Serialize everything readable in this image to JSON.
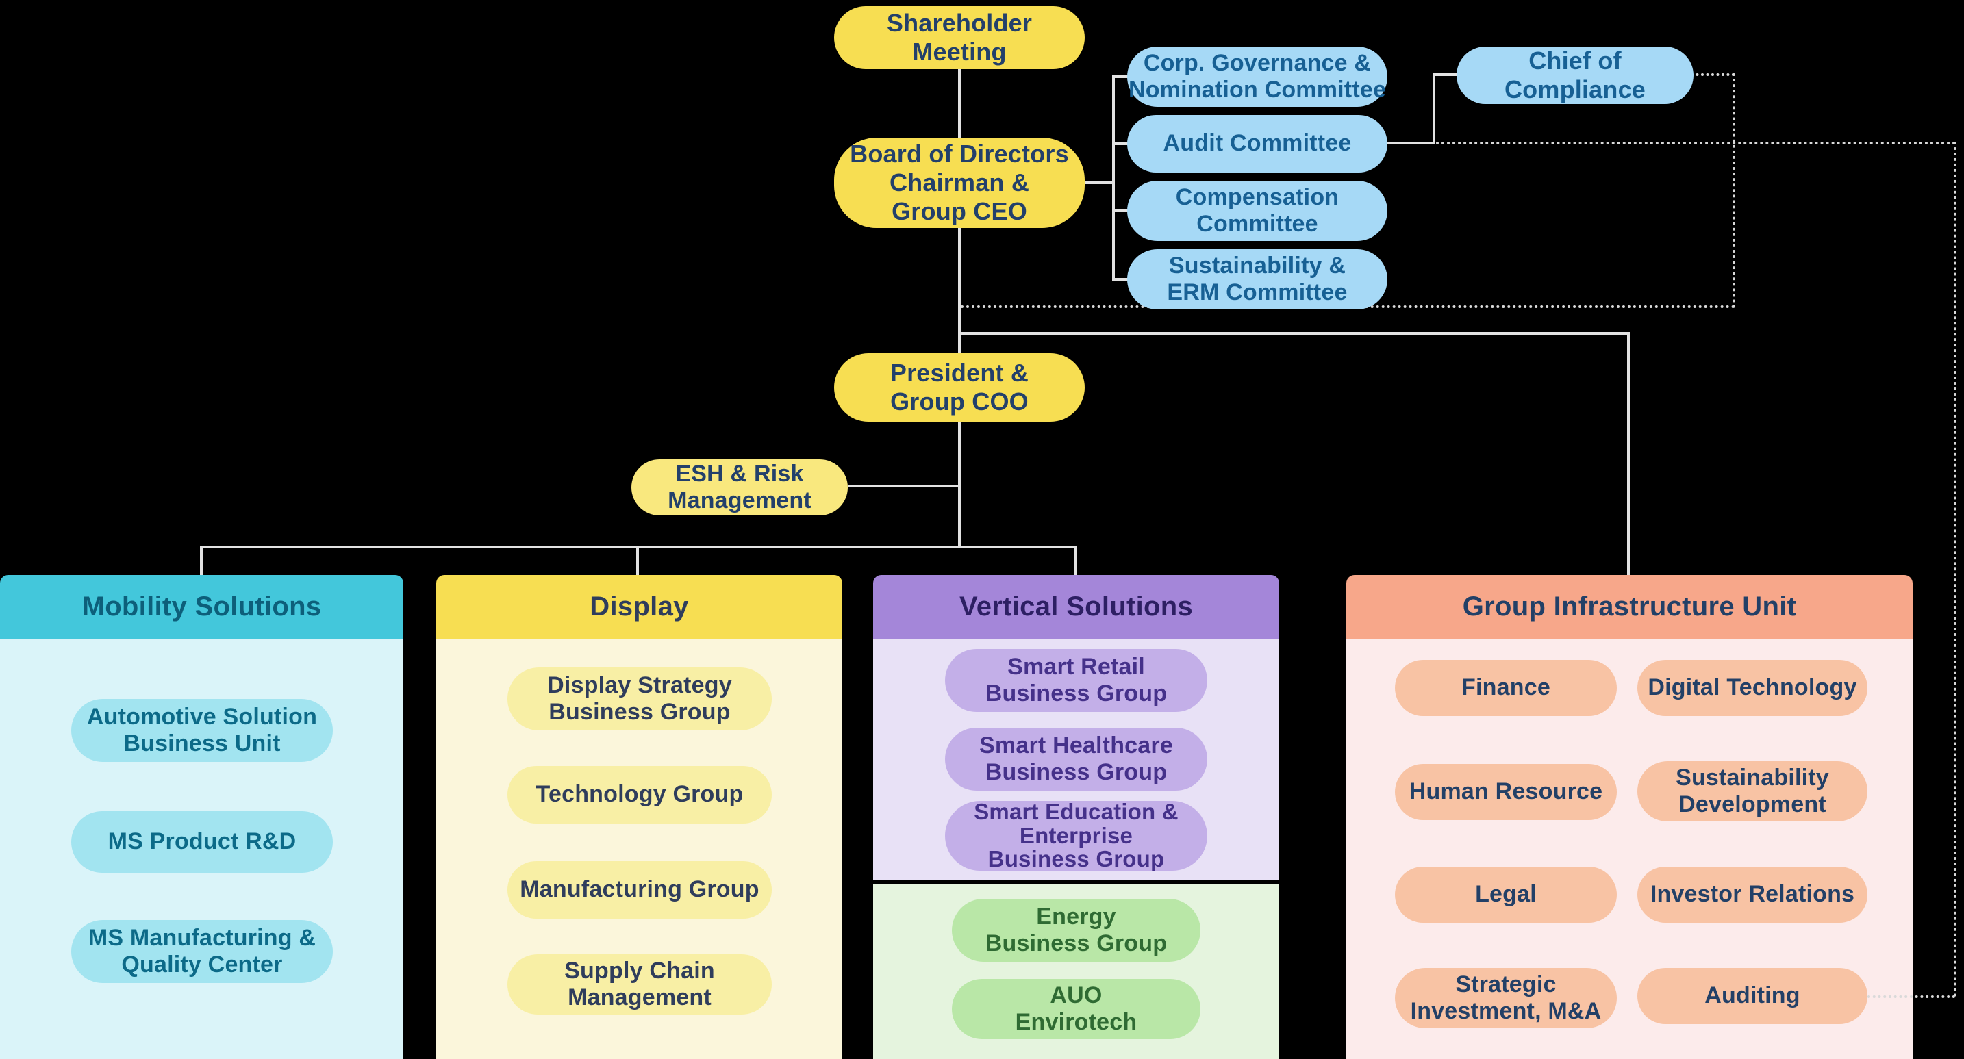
{
  "org": {
    "nodes": {
      "shareholder": "Shareholder\nMeeting",
      "board": "Board of Directors\nChairman &\nGroup CEO",
      "president": "President &\nGroup COO",
      "esh": "ESH & Risk\nManagement",
      "chief_of_compliance": "Chief of Compliance"
    },
    "committees": [
      {
        "label": "Corp. Governance &\nNomination Committee"
      },
      {
        "label": "Audit Committee"
      },
      {
        "label": "Compensation\nCommittee"
      },
      {
        "label": "Sustainability &\nERM Committee"
      }
    ],
    "groups": [
      {
        "title": "Mobility Solutions",
        "items": [
          "Automotive Solution\nBusiness Unit",
          "MS Product R&D",
          "MS Manufacturing &\nQuality Center"
        ]
      },
      {
        "title": "Display",
        "items": [
          "Display Strategy\nBusiness Group",
          "Technology Group",
          "Manufacturing Group",
          "Supply Chain\nManagement"
        ]
      },
      {
        "title": "Vertical Solutions",
        "items": [
          "Smart Retail\nBusiness Group",
          "Smart Healthcare\nBusiness Group",
          "Smart Education &\nEnterprise\nBusiness Group"
        ],
        "sub_items": [
          "Energy\nBusiness Group",
          "AUO\nEnvirotech"
        ]
      },
      {
        "title": "Group Infrastructure Unit",
        "items_left": [
          "Finance",
          "Human Resource",
          "Legal",
          "Strategic\nInvestment, M&A"
        ],
        "items_right": [
          "Digital Technology",
          "Sustainability\nDevelopment",
          "Investor Relations",
          "Auditing"
        ]
      }
    ],
    "colors": {
      "background": "#000000",
      "yellow": "#F7DE52",
      "yellow_light": "#F9E87E",
      "blue": "#A6D9F6",
      "teal_header": "#43C7DB",
      "purple_header": "#A486D9",
      "orange_header": "#F7A78A",
      "green_pill": "#B9E7A7",
      "connector": "#E2E2E2"
    }
  }
}
